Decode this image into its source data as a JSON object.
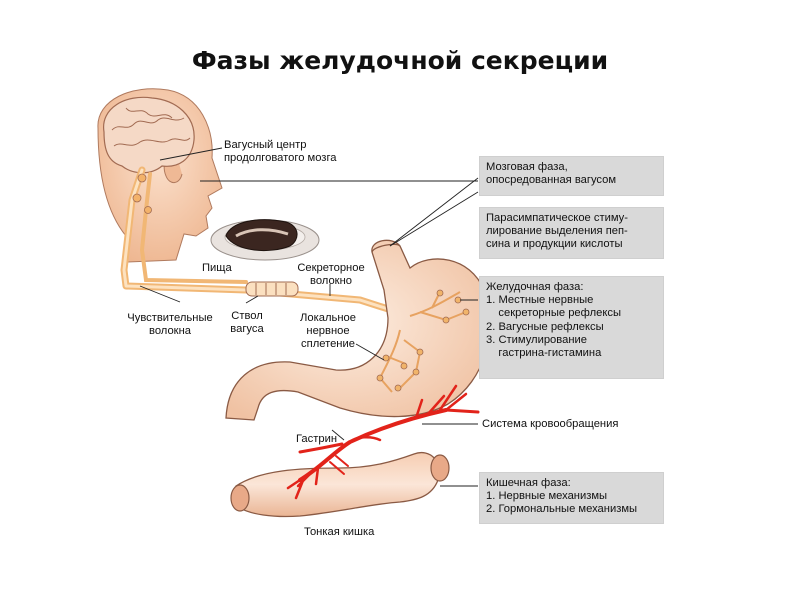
{
  "title": "Фазы желудочной секреции",
  "labels": {
    "vagus_center_1": "Вагусный центр",
    "vagus_center_2": "продолговатого мозга",
    "food": "Пища",
    "secretory_fiber_1": "Секреторное",
    "secretory_fiber_2": "волокно",
    "sensory_1": "Чувствительные",
    "sensory_2": "волокна",
    "vagus_trunk_1": "Ствол",
    "vagus_trunk_2": "вагуса",
    "plexus_1": "Локальное",
    "plexus_2": "нервное",
    "plexus_3": "сплетение",
    "circulation": "Система кровообращения",
    "gastrin": "Гастрин",
    "small_intestine": "Тонкая кишка"
  },
  "boxes": {
    "cephalic": [
      "Мозговая фаза,",
      "опосредованная вагусом"
    ],
    "parasympathetic": [
      "Парасимпатическое стиму-",
      "лирование выделения пеп-",
      "сина и продукции кислоты"
    ],
    "gastric": [
      "Желудочная фаза:",
      "1. Местные нервные",
      "    секреторные рефлексы",
      "2. Вагусные рефлексы",
      "3. Стимулирование",
      "    гастрина-гистамина"
    ],
    "intestinal": [
      "Кишечная фаза:",
      "1. Нервные механизмы",
      "2. Гормональные механизмы"
    ]
  },
  "colors": {
    "skin": "#f4c4a4",
    "nerve": "#f0b070",
    "blood": "#e2231a",
    "box": "#d9d9d9",
    "outline": "#8a5a44"
  },
  "icons": {
    "head": "human-head-icon",
    "brain": "brain-icon",
    "food": "food-plate-icon",
    "stomach": "stomach-icon",
    "intestine": "small-intestine-icon"
  }
}
